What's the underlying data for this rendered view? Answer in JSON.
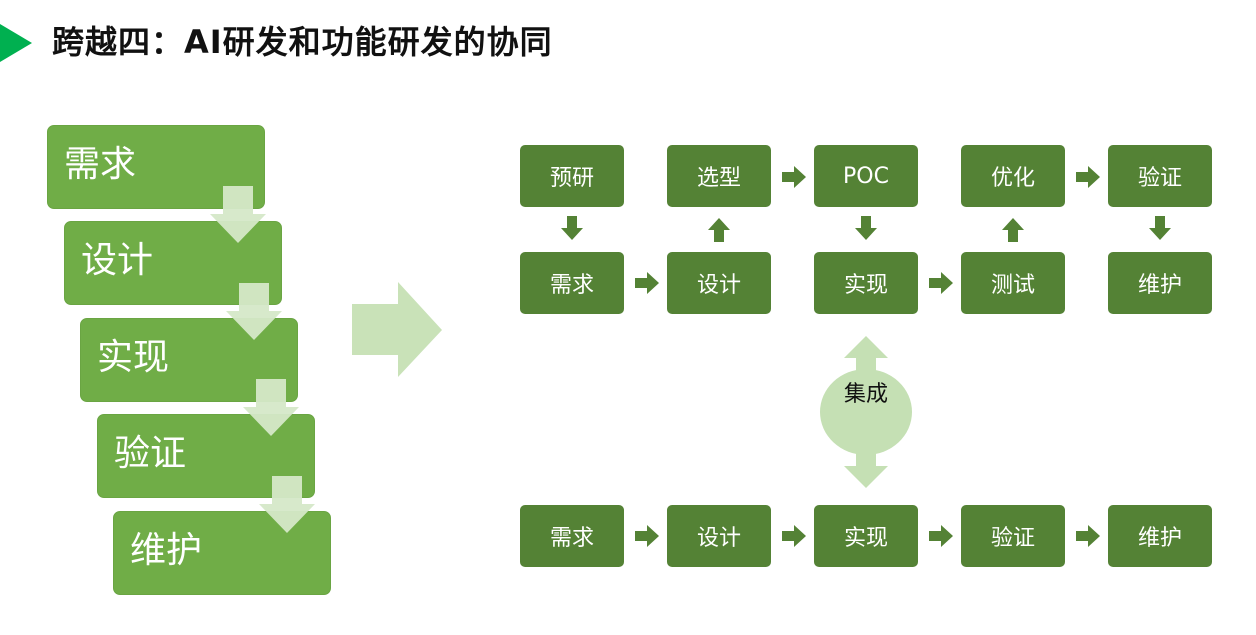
{
  "title": "跨越四：AI研发和功能研发的协同",
  "left_steps": [
    "需求",
    "设计",
    "实现",
    "验证",
    "维护"
  ],
  "ai_flow": {
    "top_row": [
      "预研",
      "选型",
      "POC",
      "优化",
      "验证"
    ],
    "middle_row": [
      "需求",
      "设计",
      "实现",
      "测试",
      "维护"
    ]
  },
  "integration_label": "集成",
  "function_flow": [
    "需求",
    "设计",
    "实现",
    "验证",
    "维护"
  ],
  "colors": {
    "title_marker": "#00B050",
    "step_fill": "#70AD47",
    "step_arrow": "#D5E8C8",
    "big_arrow": "#C9E2B8",
    "box_fill": "#548235",
    "integration_fill": "#C5E0B4"
  }
}
